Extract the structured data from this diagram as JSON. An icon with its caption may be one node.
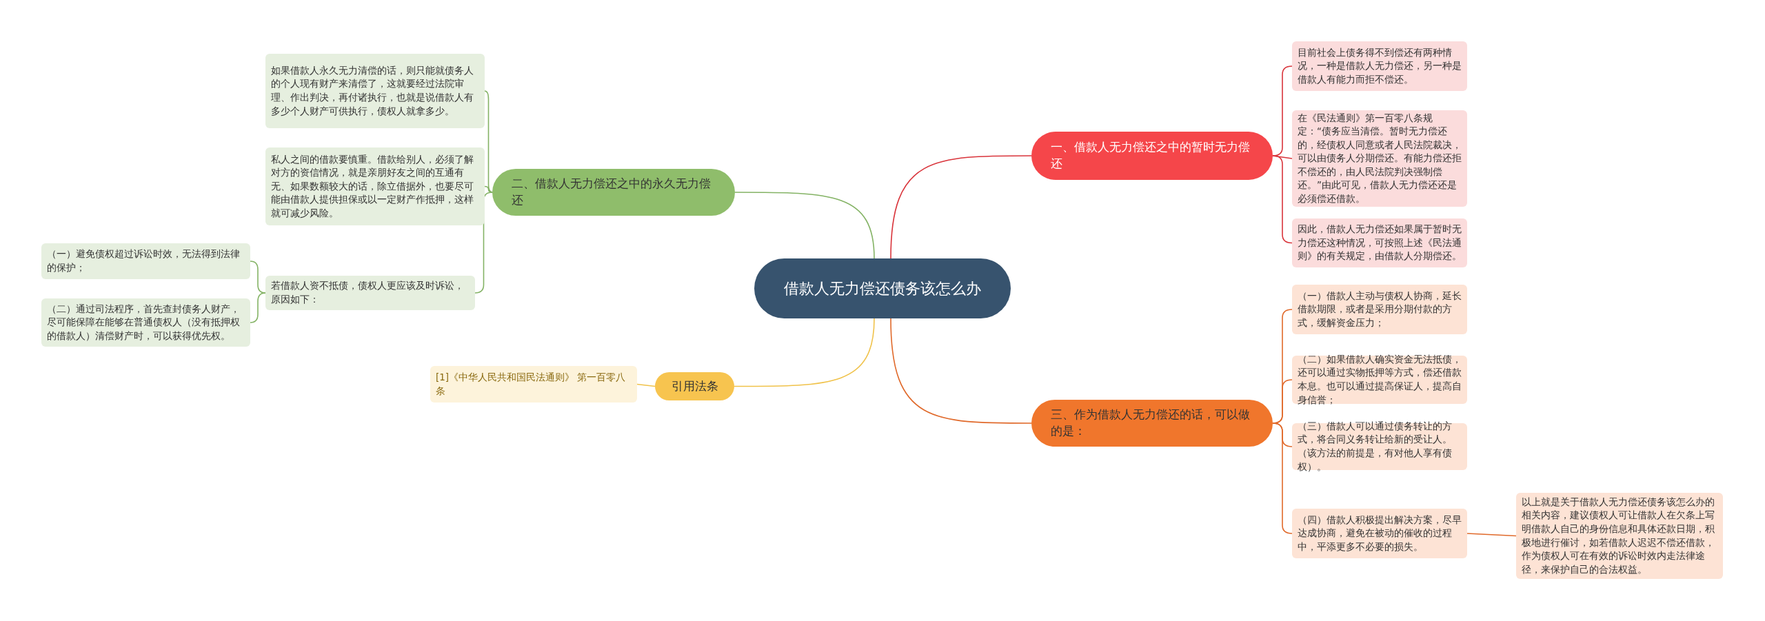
{
  "diagram": {
    "nodes": [
      {
        "text": [
          "借款人无力偿还债务该怎么办"
        ]
      },
      {
        "text": [
          "一、借款人无力偿还之中的暂时无力偿还"
        ]
      },
      {
        "text": [
          "目前社会上债务得不到偿还有两种情况，一种是借款人无力偿还，另一种是借款人有能力而拒不偿还。"
        ]
      },
      {
        "text": [
          "在《民法通则》第一百零八条规定：“债务应当清偿。暂时无力偿还的，经债权人同意或者人民法院裁决，可以由债务人分期偿还。有能力偿还拒不偿还的，由人民法院判决强制偿还。”由此可见，借款人无力偿还还是必须偿还借款。"
        ]
      },
      {
        "text": [
          "因此，借款人无力偿还如果属于暂时无力偿还这种情况，可按照上述《民法通则》的有关规定，由借款人分期偿还。"
        ]
      },
      {
        "text": [
          "三、作为借款人无力偿还的话，可以做的是："
        ]
      },
      {
        "text": [
          "（一）借款人主动与债权人协商，延长借款期限，或者是采用分期付款的方式，缓解资金压力；"
        ]
      },
      {
        "text": [
          "（二）如果借款人确实资金无法抵债，还可以通过实物抵押等方式，偿还借款本息。也可以通过提高保证人，提高自身信誉；"
        ]
      },
      {
        "text": [
          "（三）借款人可以通过债务转让的方式，将合同义务转让给新的受让人。（该方法的前提是，有对他人享有债权）。"
        ]
      },
      {
        "text": [
          "（四）借款人积极提出解决方案，尽早达成协商，避免在被动的催收的过程中，平添更多不必要的损失。"
        ]
      },
      {
        "text": [
          "以上就是关于借款人无力偿还债务该怎么办的相关内容，建议债权人可让借款人在欠条上写明借款人自己的身份信息和具体还款日期，积极地进行催讨，如若借款人迟迟不偿还借款，作为债权人可在有效的诉讼时效内走法律途径，来保护自己的合法权益。"
        ]
      },
      {
        "text": [
          "二、借款人无力偿还之中的永久无力偿还"
        ]
      },
      {
        "text": [
          "如果借款人永久无力清偿的话，则只能就债务人的个人现有财产来清偿了，这就要经过法院审理、作出判决，再付诸执行，也就是说借款人有多少个人财产可供执行，债权人就拿多少。"
        ]
      },
      {
        "text": [
          "私人之间的借款要慎重。借款给别人，必须了解对方的资信情况，就是亲朋好友之间的互通有无、如果数额较大的话，除立借据外，也要尽可能由借款人提供担保或以一定财产作抵押，这样就可减少风险。"
        ]
      },
      {
        "text": [
          "若借款人资不抵债，债权人更应该及时诉讼，原因如下："
        ]
      },
      {
        "text": [
          "（一）避免债权超过诉讼时效，无法得到法律的保护；"
        ]
      },
      {
        "text": [
          "（二）通过司法程序，首先查封债务人财产，尽可能保障在能够在普通债权人（没有抵押权的借款人）清偿财产时，可以获得优先权。"
        ]
      },
      {
        "text": [
          "引用法条"
        ]
      },
      {
        "text": [
          "[1]《中华人民共和国民法通则》 第一百零八条"
        ]
      }
    ],
    "edges": [
      {
        "from": 0,
        "to": 1,
        "arrow": "none",
        "color": "#d9343b"
      },
      {
        "from": 1,
        "to": 2,
        "arrow": "none",
        "color": "#d9343b"
      },
      {
        "from": 1,
        "to": 3,
        "arrow": "none",
        "color": "#d9343b"
      },
      {
        "from": 1,
        "to": 4,
        "arrow": "none",
        "color": "#d9343b"
      },
      {
        "from": 0,
        "to": 5,
        "arrow": "none",
        "color": "#e0692a"
      },
      {
        "from": 5,
        "to": 6,
        "arrow": "none",
        "color": "#e0692a"
      },
      {
        "from": 5,
        "to": 7,
        "arrow": "none",
        "color": "#e0692a"
      },
      {
        "from": 5,
        "to": 8,
        "arrow": "none",
        "color": "#e0692a"
      },
      {
        "from": 5,
        "to": 9,
        "arrow": "none",
        "color": "#e0692a"
      },
      {
        "from": 9,
        "to": 10,
        "arrow": "none",
        "color": "#e0692a"
      },
      {
        "from": 0,
        "to": 11,
        "arrow": "none",
        "color": "#84b365"
      },
      {
        "from": 11,
        "to": 12,
        "arrow": "none",
        "color": "#84b365"
      },
      {
        "from": 11,
        "to": 13,
        "arrow": "none",
        "color": "#84b365"
      },
      {
        "from": 11,
        "to": 14,
        "arrow": "none",
        "color": "#84b365"
      },
      {
        "from": 14,
        "to": 15,
        "arrow": "none",
        "color": "#84b365"
      },
      {
        "from": 14,
        "to": 16,
        "arrow": "none",
        "color": "#84b365"
      },
      {
        "from": 0,
        "to": 17,
        "arrow": "none",
        "color": "#f0c24a"
      },
      {
        "from": 17,
        "to": 18,
        "arrow": "none",
        "color": "#f0c24a"
      }
    ]
  }
}
